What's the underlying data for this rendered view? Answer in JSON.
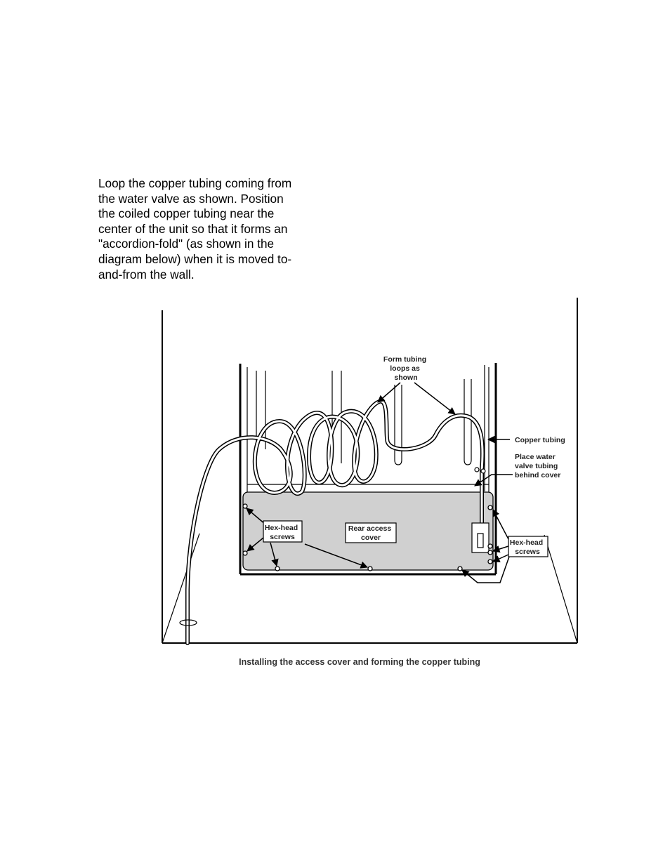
{
  "instruction": {
    "line1": "Loop the copper tubing coming from",
    "line2": "the water valve as shown. Position",
    "line3": "the coiled copper tubing near the",
    "line4": "center of the unit so that it forms an",
    "line5": "\"accordion-fold\" (as shown in the",
    "line6": "diagram below) when it is moved to-",
    "line7": "and-from the wall."
  },
  "figure": {
    "form_tubing": [
      "Form tubing",
      "loops as",
      "shown"
    ],
    "copper_tubing": "Copper tubing",
    "place_water": [
      "Place water",
      "valve tubing",
      "behind cover"
    ],
    "hex_left": [
      "Hex-head",
      "screws"
    ],
    "rear_cover": [
      "Rear access",
      "cover"
    ],
    "hex_right": [
      "Hex-head",
      "screws"
    ],
    "caption": "Installing the access cover and forming the copper tubing"
  }
}
